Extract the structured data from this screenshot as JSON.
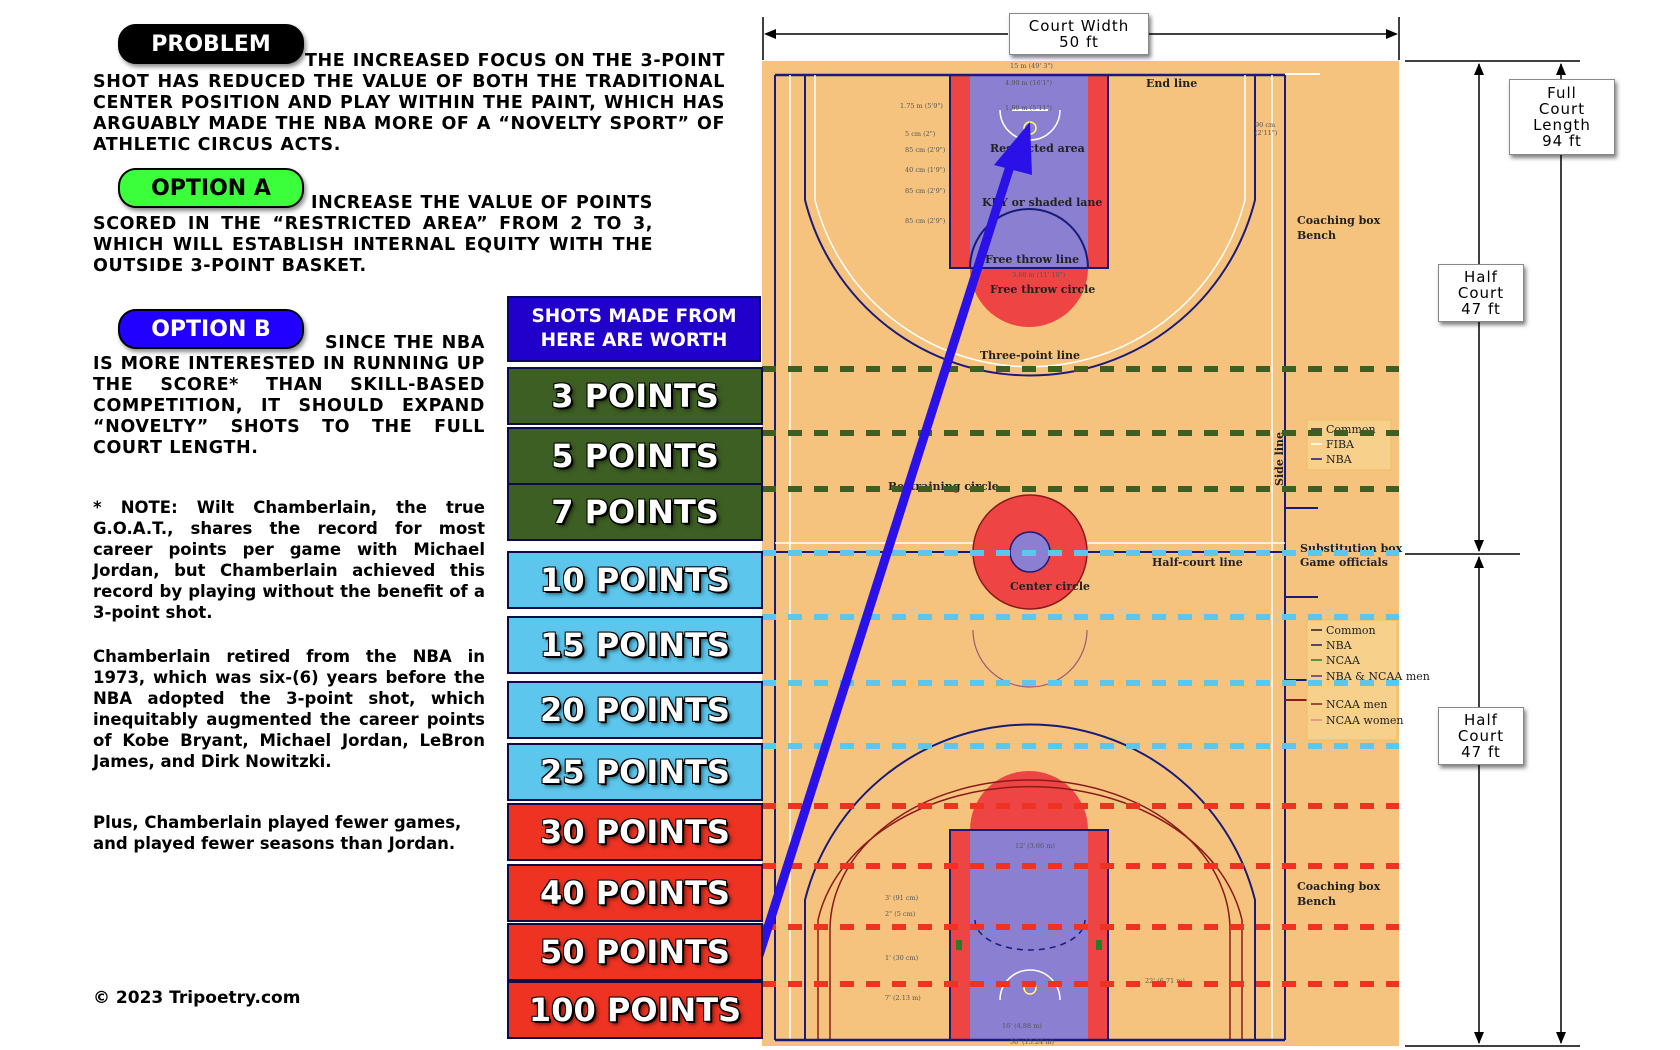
{
  "problem": {
    "label": "PROBLEM",
    "text": "The increased focus on the 3-point shot has reduced the value of both the traditional center position and play within the paint, which has arguably made the NBA more of a “novelty sport” of athletic circus acts."
  },
  "option_a": {
    "label": "OPTION A",
    "text": "Increase the value of points scored in the “restricted area” from 2 to 3, which will establish internal equity with the outside 3-point basket."
  },
  "option_b": {
    "label": "OPTION B",
    "text": "Since the NBA is more interested in running up the score* than skill-based competition, it should expand “novelty” shots to the full court length."
  },
  "notes": {
    "note1": "* NOTE: Wilt Chamberlain, the true G.O.A.T., shares the record for most career points per game with Michael Jordan, but Chamberlain achieved this record by playing without the benefit of a 3-point shot.",
    "note2": "Chamberlain retired from the NBA in 1973, which was six-(6) years before the NBA adopted the 3-point shot, which inequitably augmented the career points of Kobe Bryant, Michael Jordan, LeBron James, and Dirk Nowitzki.",
    "note3": "Plus, Chamberlain played fewer games, and played fewer seasons than Jordan."
  },
  "copyright": "© 2023 Tripoetry.com",
  "shots_header": "SHOTS MADE FROM HERE ARE WORTH",
  "point_zones": [
    {
      "label": "3 POINTS",
      "zone": "green"
    },
    {
      "label": "5 POINTS",
      "zone": "green"
    },
    {
      "label": "7 POINTS",
      "zone": "green"
    },
    {
      "label": "10 POINTS",
      "zone": "cyan"
    },
    {
      "label": "15 POINTS",
      "zone": "cyan"
    },
    {
      "label": "20 POINTS",
      "zone": "cyan"
    },
    {
      "label": "25 POINTS",
      "zone": "cyan"
    },
    {
      "label": "30 POINTS",
      "zone": "red"
    },
    {
      "label": "40 POINTS",
      "zone": "red"
    },
    {
      "label": "50 POINTS",
      "zone": "red"
    },
    {
      "label": "100 POINTS",
      "zone": "red"
    }
  ],
  "dimensions": {
    "court_width": [
      "Court Width",
      "50 ft"
    ],
    "full_court": [
      "Full",
      "Court",
      "Length",
      "94 ft"
    ],
    "half_court_top": [
      "Half",
      "Court",
      "47 ft"
    ],
    "half_court_bottom": [
      "Half",
      "Court",
      "47 ft"
    ]
  },
  "court_labels": {
    "end_line": "End line",
    "restricted_area": "Restricted area",
    "key": "KEY or shaded lane",
    "free_throw_line": "Free throw line",
    "free_throw_circle": "Free throw circle",
    "three_point_line": "Three-point line",
    "coaching_box": "Coaching box",
    "bench": "Bench",
    "side_line": "Side line",
    "restraining_circle": "Restraining circle",
    "substitution_box": "Substitution box",
    "game_officials": "Game officials",
    "half_court_line": "Half-court line",
    "center_circle": "Center circle",
    "legend_top": [
      "Common",
      "FIBA",
      "NBA"
    ],
    "legend_bottom": [
      "Common",
      "NBA",
      "NCAA",
      "NBA & NCAA men",
      "NCAA men",
      "NCAA women"
    ]
  },
  "colors": {
    "court": "#f5c37e",
    "key": "#8a7fd1",
    "key_side": "#ee4444",
    "arrow": "#2b10e8",
    "green_zone": "#3d5f23",
    "cyan_zone": "#5cc6ec",
    "red_zone": "#ee3322"
  }
}
